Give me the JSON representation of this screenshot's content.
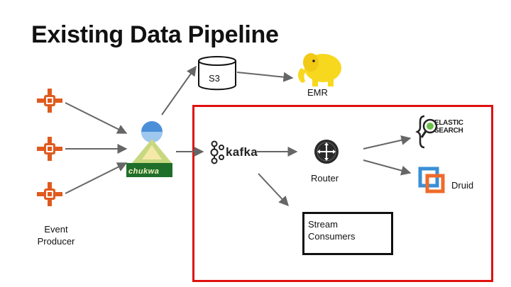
{
  "title": "Existing Data Pipeline",
  "nodes": {
    "s3": "S3",
    "emr": "EMR",
    "kafka": "kafka",
    "router": "Router",
    "druid": "Druid",
    "stream_consumers": "Stream Consumers",
    "event_producer": "Event Producer",
    "chukwa": "chukwa",
    "elasticsearch": "ELASTIC SEARCH"
  },
  "colors": {
    "red_boundary": "#e01010",
    "arrow": "#666666",
    "producer_orange": "#e05a1e",
    "hadoop_yellow": "#f7d81e",
    "druid_blue": "#3a8fd6",
    "druid_orange": "#ef6a2a",
    "chukwa_green": "#1f6f2a"
  },
  "icons": [
    "producer-icon",
    "chukwa-icon",
    "s3-bucket-icon",
    "hadoop-elephant-icon",
    "kafka-icon",
    "router-icon",
    "elasticsearch-icon",
    "druid-icon"
  ]
}
